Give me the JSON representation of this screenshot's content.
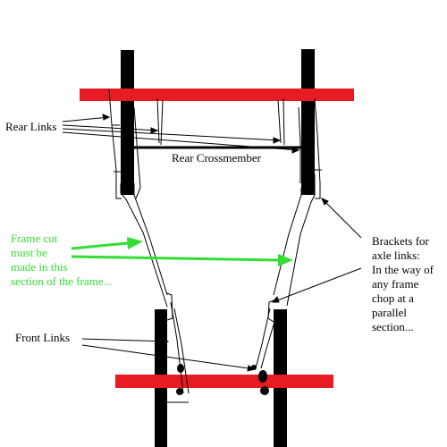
{
  "colors": {
    "frame": "#000000",
    "axle_bar": "#e81b23",
    "highlight": "#33dd33",
    "background": "#ffffff"
  },
  "labels": {
    "rear_links": "Rear Links",
    "rear_crossmember": "Rear Crossmember",
    "frame_cut": [
      "Frame cut",
      "must be",
      "made in this",
      "section of the frame..."
    ],
    "brackets": [
      "Brackets for",
      "axle links:",
      "In the way of",
      "any frame",
      "chop at a",
      "parallel",
      "section..."
    ],
    "front_links": "Front Links"
  }
}
